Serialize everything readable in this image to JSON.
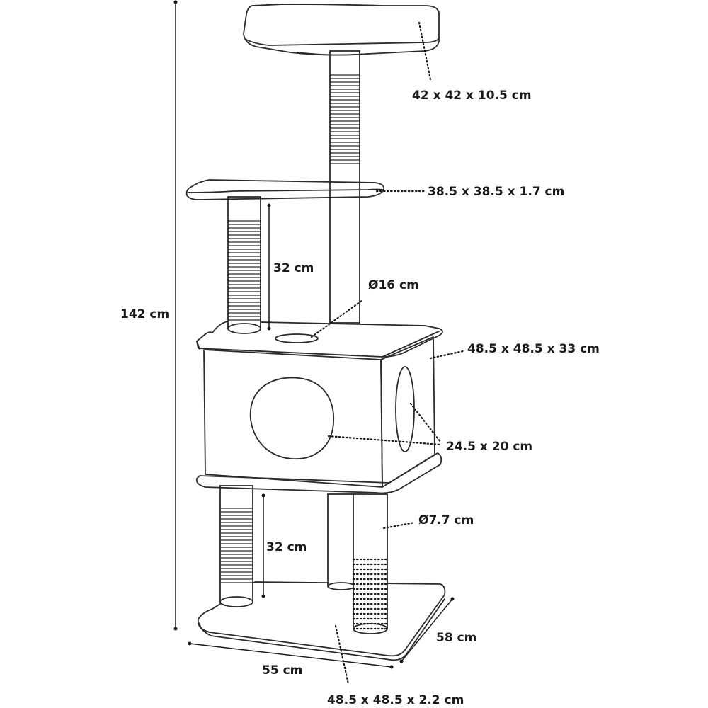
{
  "labels": {
    "total_height": "142 cm",
    "top_bed": "42 x 42 x 10.5 cm",
    "mid_platform": "38.5 x 38.5 x 1.7 cm",
    "upper_post_height": "32 cm",
    "hole_diameter": "Ø16 cm",
    "condo_size": "48.5 x 48.5 x 33 cm",
    "condo_opening": "24.5 x 20 cm",
    "post_diameter": "Ø7.7 cm",
    "lower_post_height": "32 cm",
    "base_depth": "58 cm",
    "base_width": "55 cm",
    "base_size": "48.5 x 48.5 x 2.2 cm"
  }
}
